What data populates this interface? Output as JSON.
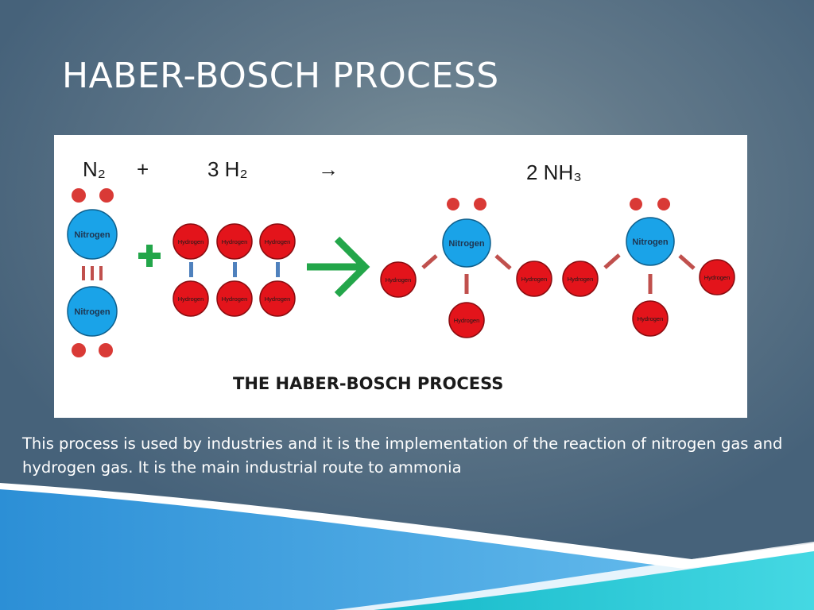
{
  "title": "HABER-BOSCH PROCESS",
  "diagram": {
    "equation": {
      "n2": "N₂",
      "plus": "+",
      "h2": "3 H₂",
      "arrow": "→",
      "nh3": "2 NH₃"
    },
    "caption": "THE HABER-BOSCH PROCESS",
    "atom_labels": {
      "nitrogen": "Nitrogen",
      "hydrogen": "Hydrogen"
    },
    "colors": {
      "nitrogen": "#1aa3e8",
      "hydrogen": "#e3141b",
      "electron": "#d93a36",
      "plus_sign": "#23a64a",
      "reaction_arrow": "#23a64a",
      "triple_bond": "#c0504d",
      "h2_bond": "#4f81bd",
      "nh_bond": "#c0504d"
    }
  },
  "body_text": "This process is used by industries and it is the implementation of the reaction of nitrogen gas and hydrogen gas. It is the main industrial route to ammonia"
}
